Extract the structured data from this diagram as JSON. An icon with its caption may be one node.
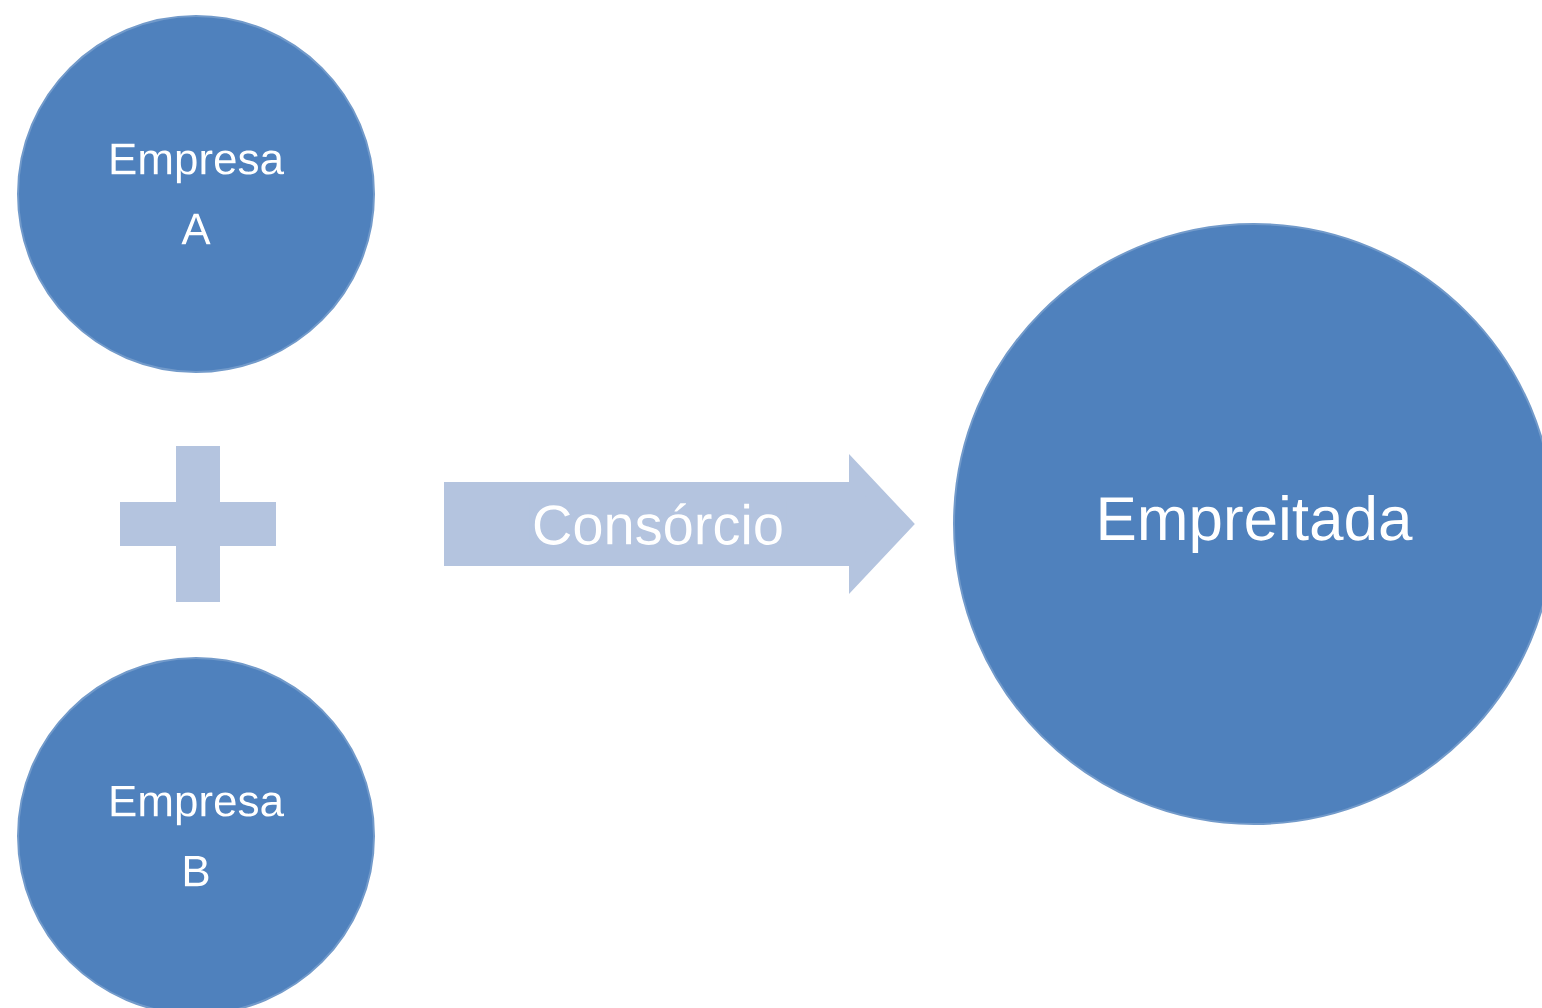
{
  "diagram": {
    "nodes": [
      {
        "text": [
          "Empresa A"
        ]
      },
      {
        "text": [
          "Empresa B"
        ]
      },
      {
        "text": [
          "Empreitada"
        ]
      }
    ],
    "edges": [
      {
        "from": null,
        "to": 2,
        "arrow": "to",
        "label": "Consórcio"
      }
    ]
  }
}
